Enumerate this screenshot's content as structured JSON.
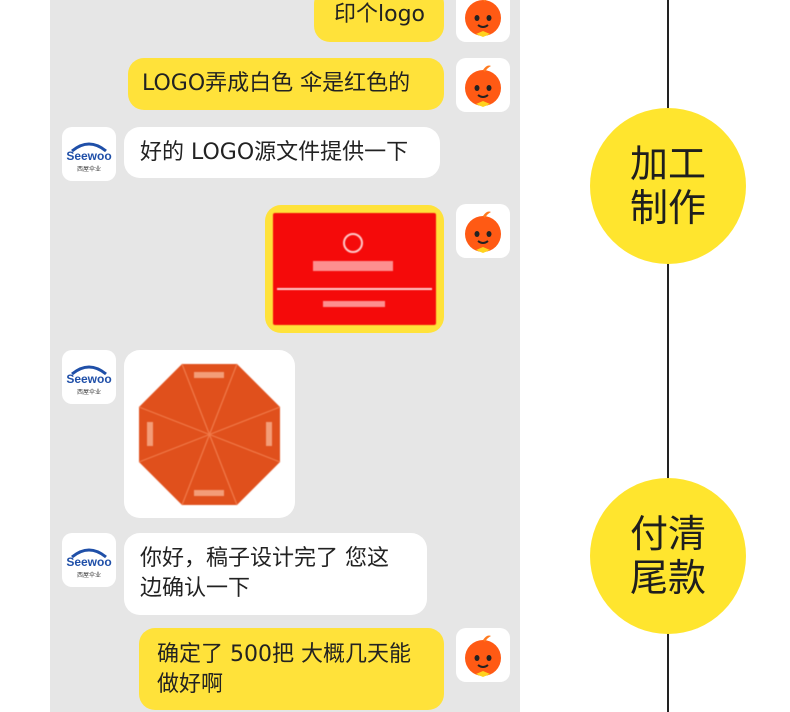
{
  "messages": [
    {
      "side": "right",
      "text": "印个logo"
    },
    {
      "side": "right",
      "text": "LOGO弄成白色 伞是红色的"
    },
    {
      "side": "left",
      "text": "好的 LOGO源文件提供一下"
    },
    {
      "side": "right",
      "type": "image",
      "desc": "red-logo-card"
    },
    {
      "side": "left",
      "type": "image",
      "desc": "orange-umbrella"
    },
    {
      "side": "left",
      "text": "你好，稿子设计完了 您这边确认一下",
      "lines": [
        "你好，稿子设计完了 您这",
        "边确认一下"
      ]
    },
    {
      "side": "right",
      "text": "确定了 500把 大概几天能做好啊",
      "lines": [
        "确定了 500把 大概几天能",
        "做好啊"
      ]
    }
  ],
  "seller_avatar": {
    "brand": "Seewoo",
    "sub": "西屋伞业"
  },
  "stages": [
    {
      "line1": "加工",
      "line2": "制作"
    },
    {
      "line1": "付清",
      "line2": "尾款"
    }
  ],
  "colors": {
    "chat_bg": "#e6e6e6",
    "my_bubble": "#ffe23a",
    "stage_circle": "#ffe52e",
    "red_card": "#f50a0a",
    "umbrella": "#e0501c"
  }
}
